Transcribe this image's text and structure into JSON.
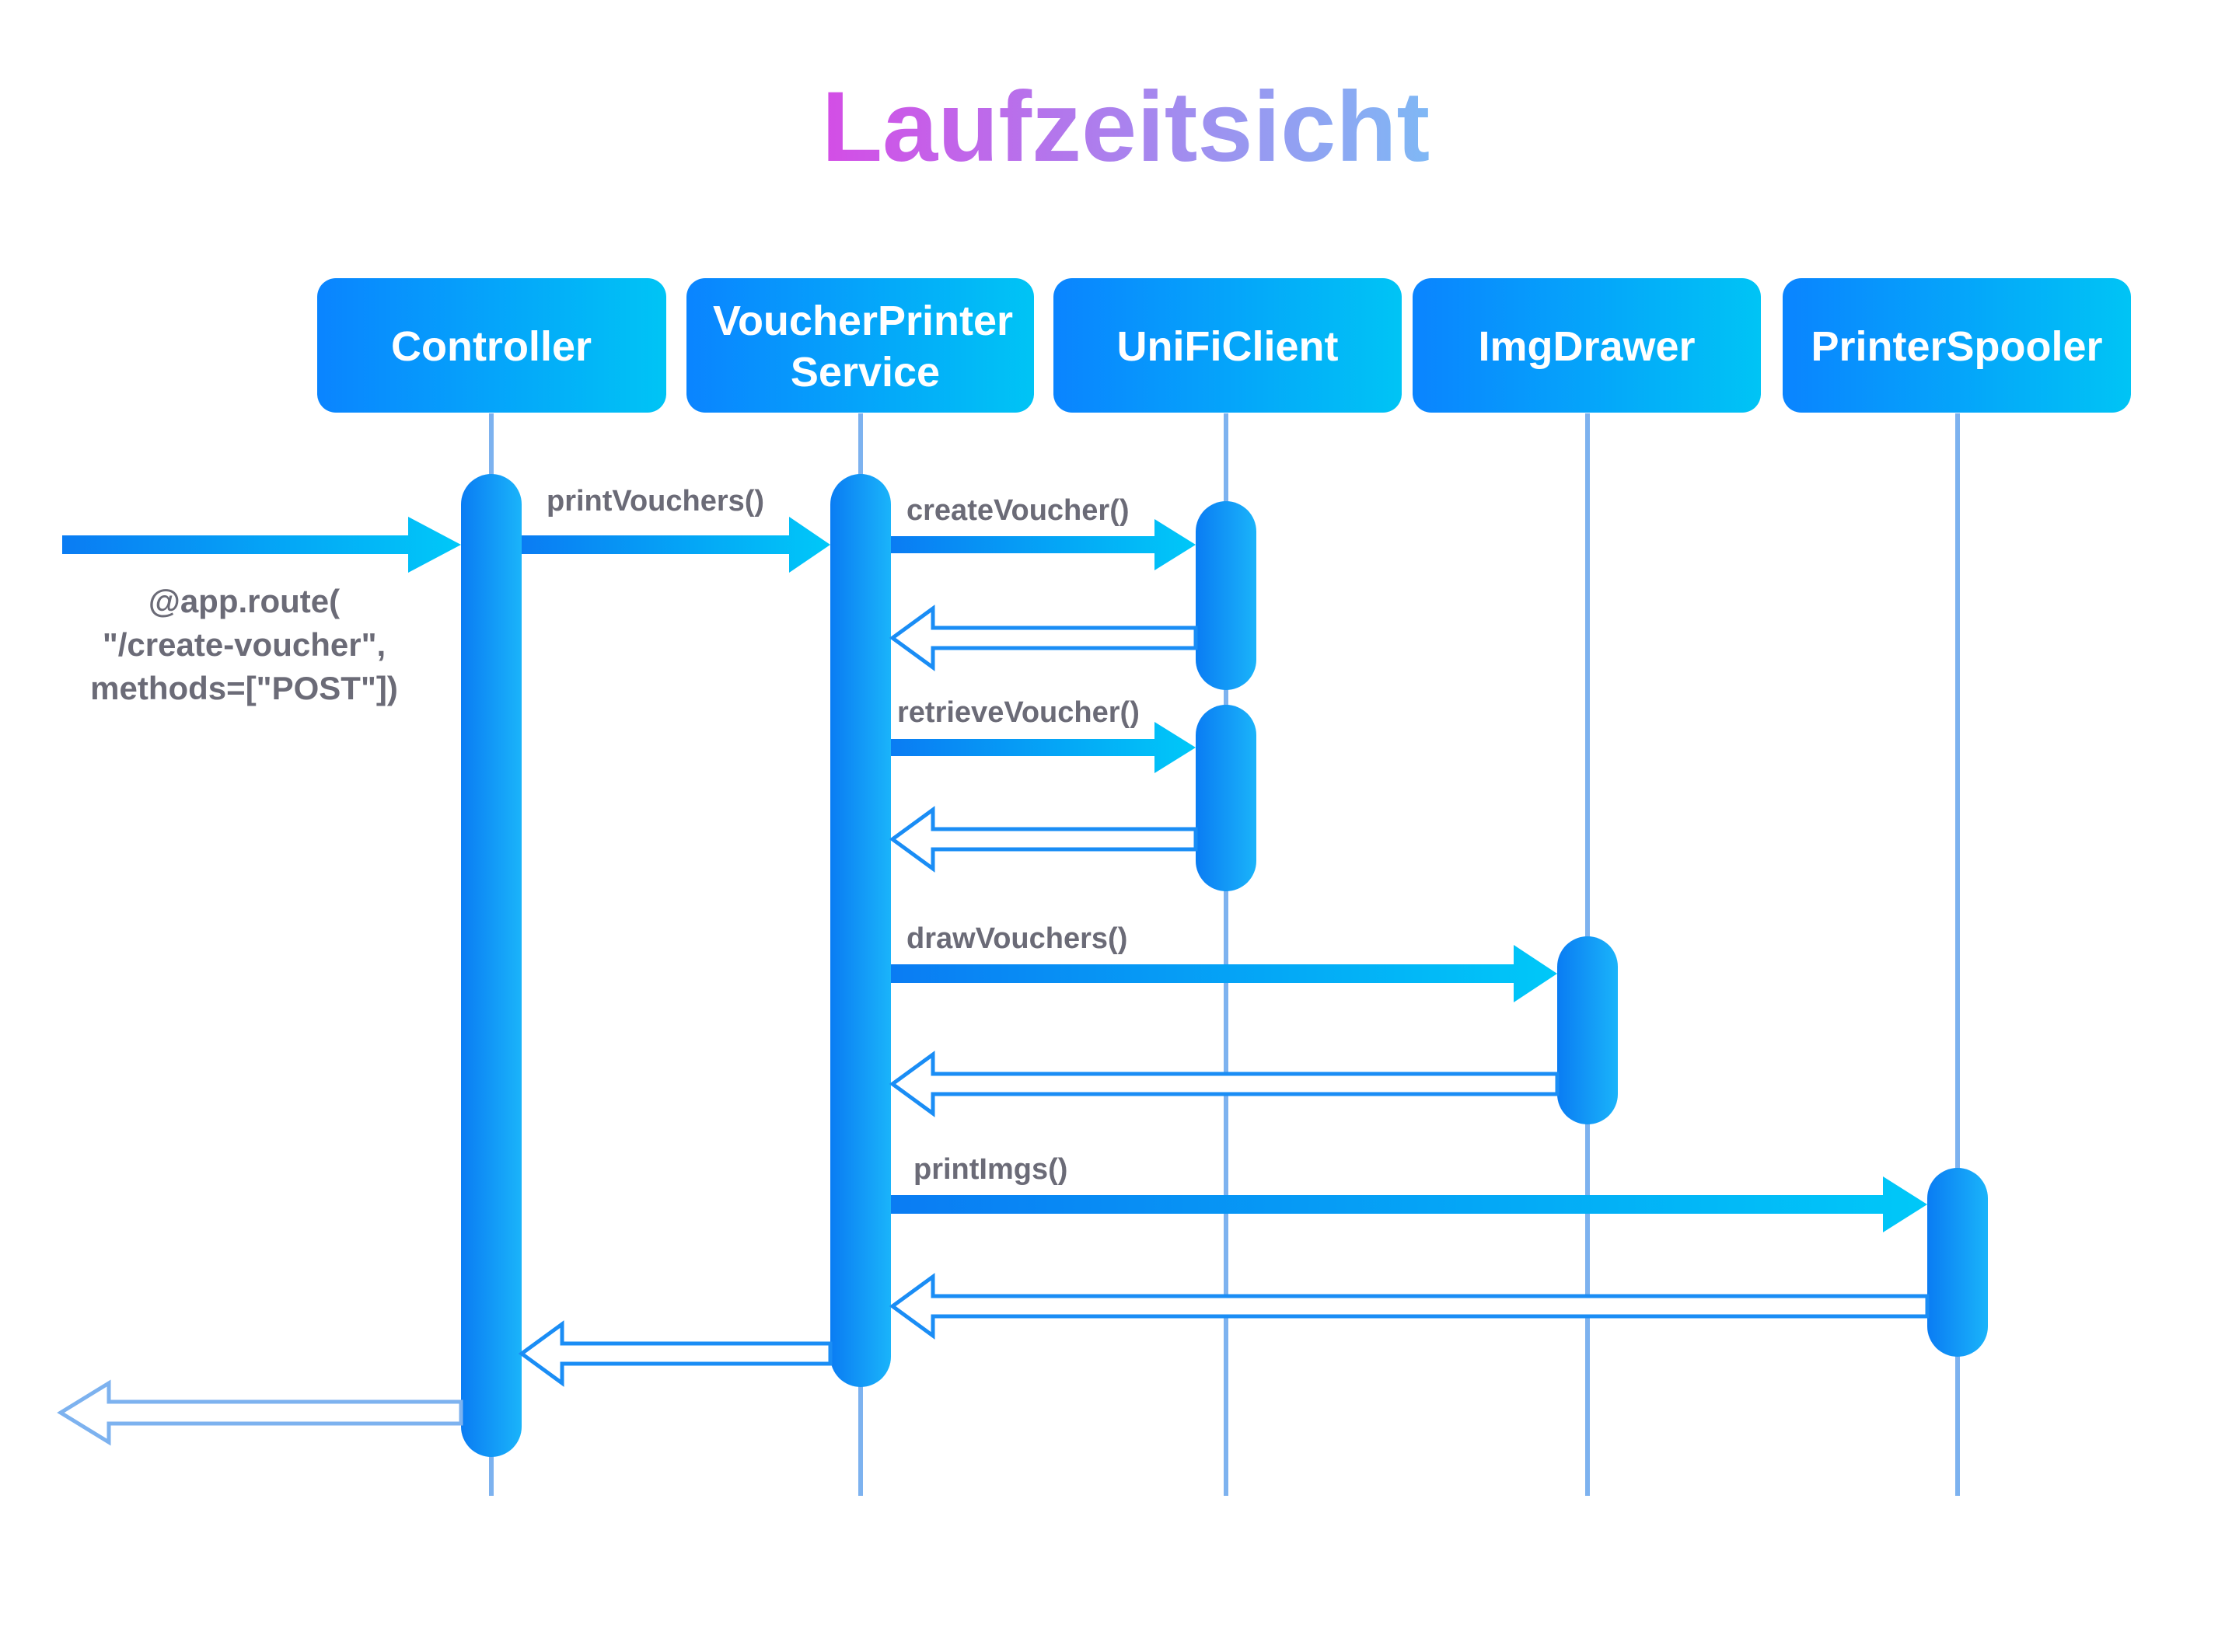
{
  "title": "Laufzeitsicht",
  "colors": {
    "title_gradient": [
      "#d44de6",
      "#7fb8f5"
    ],
    "box_gradient": [
      "#0a84ff",
      "#00c4f5"
    ],
    "lifeline": "#7db2ef",
    "arrow_gradient": [
      "#0a7cf3",
      "#00c8f8"
    ],
    "return_arrow": "#1a8df5",
    "faded_return_arrow": "#7db2ef",
    "label_text": "#6b6b77"
  },
  "participants": [
    {
      "id": "controller",
      "name": [
        "Controller"
      ]
    },
    {
      "id": "service",
      "name": [
        "VoucherPrinter",
        "Service"
      ]
    },
    {
      "id": "unifi",
      "name": [
        "UniFiClient"
      ]
    },
    {
      "id": "imgdrawer",
      "name": [
        "ImgDrawer"
      ]
    },
    {
      "id": "spooler",
      "name": [
        "PrinterSpooler"
      ]
    }
  ],
  "entry": {
    "label_lines": [
      "@app.route(",
      "\"/create-voucher\",",
      "methods=[\"POST\"])"
    ]
  },
  "messages": [
    {
      "id": "printVouchers",
      "from": "controller",
      "to": "service",
      "label": "printVouchers()"
    },
    {
      "id": "createVoucher",
      "from": "service",
      "to": "unifi",
      "label": "createVoucher()"
    },
    {
      "id": "retrieveVoucher",
      "from": "service",
      "to": "unifi",
      "label": "retrieveVoucher()"
    },
    {
      "id": "drawVouchers",
      "from": "service",
      "to": "imgdrawer",
      "label": "drawVouchers()"
    },
    {
      "id": "printImgs",
      "from": "service",
      "to": "spooler",
      "label": "printImgs()"
    }
  ],
  "returns": [
    {
      "from": "unifi",
      "to": "service",
      "after": "createVoucher"
    },
    {
      "from": "unifi",
      "to": "service",
      "after": "retrieveVoucher"
    },
    {
      "from": "imgdrawer",
      "to": "service",
      "after": "drawVouchers"
    },
    {
      "from": "spooler",
      "to": "service",
      "after": "printImgs"
    },
    {
      "from": "service",
      "to": "controller",
      "after": "printVouchers"
    },
    {
      "from": "controller",
      "to": "caller",
      "after": "entry"
    }
  ]
}
